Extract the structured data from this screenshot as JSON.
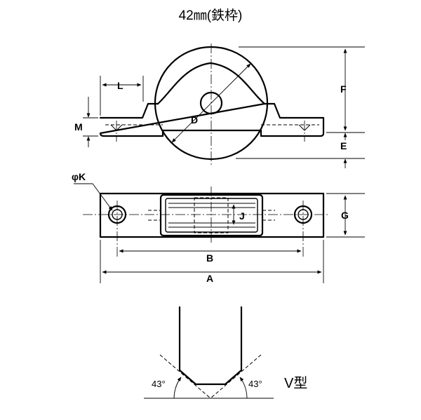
{
  "title": "42㎜(鉄枠)",
  "dimensions": {
    "L": "L",
    "M": "M",
    "D": "D",
    "F": "F",
    "E": "E",
    "K": "φK",
    "J": "J",
    "G": "G",
    "B": "B",
    "A": "A"
  },
  "groove": {
    "angle_left": "43°",
    "angle_right": "43°",
    "type": "V型"
  }
}
